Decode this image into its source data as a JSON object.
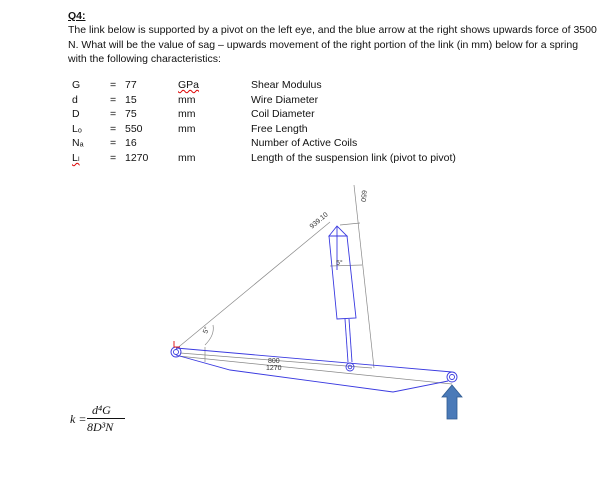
{
  "question": {
    "title": "Q4:",
    "body": "The link below is supported by a pivot on the left eye, and the blue arrow at the right shows upwards force of 3500 N. What will be the value of sag – upwards movement of the right portion of the link (in mm) below for a spring with the following characteristics:"
  },
  "parameters": [
    {
      "symbol": "G",
      "eq": "=",
      "value": "77",
      "unit": "GPa",
      "description": "Shear Modulus"
    },
    {
      "symbol": "d",
      "eq": "=",
      "value": "15",
      "unit": "mm",
      "description": "Wire Diameter"
    },
    {
      "symbol": "D",
      "eq": "=",
      "value": "75",
      "unit": "mm",
      "description": "Coil Diameter"
    },
    {
      "symbol": "Lₒ",
      "eq": "=",
      "value": "550",
      "unit": "mm",
      "description": "Free Length"
    },
    {
      "symbol": "Nₐ",
      "eq": "=",
      "value": "16",
      "unit": "",
      "description": "Number of Active Coils"
    },
    {
      "symbol": "Lₗ",
      "eq": "=",
      "value": "1270",
      "unit": "mm",
      "description": "Length of the suspension link (pivot to pivot)"
    }
  ],
  "diagram": {
    "dim_diagonal": "939.10",
    "dim_vertical": "650",
    "dim_shock_angle": "5°",
    "dim_link_angle": "5°",
    "dim_shock_pos": "800",
    "dim_link_length": "1270",
    "colors": {
      "link": "#3a3ae0",
      "arrow": "#4a7ab8",
      "dims": "#777777",
      "pivot_mark": "#e02020"
    }
  },
  "formula": {
    "lhs": "k =",
    "numerator": "d⁴G",
    "denominator": "8D³N"
  }
}
